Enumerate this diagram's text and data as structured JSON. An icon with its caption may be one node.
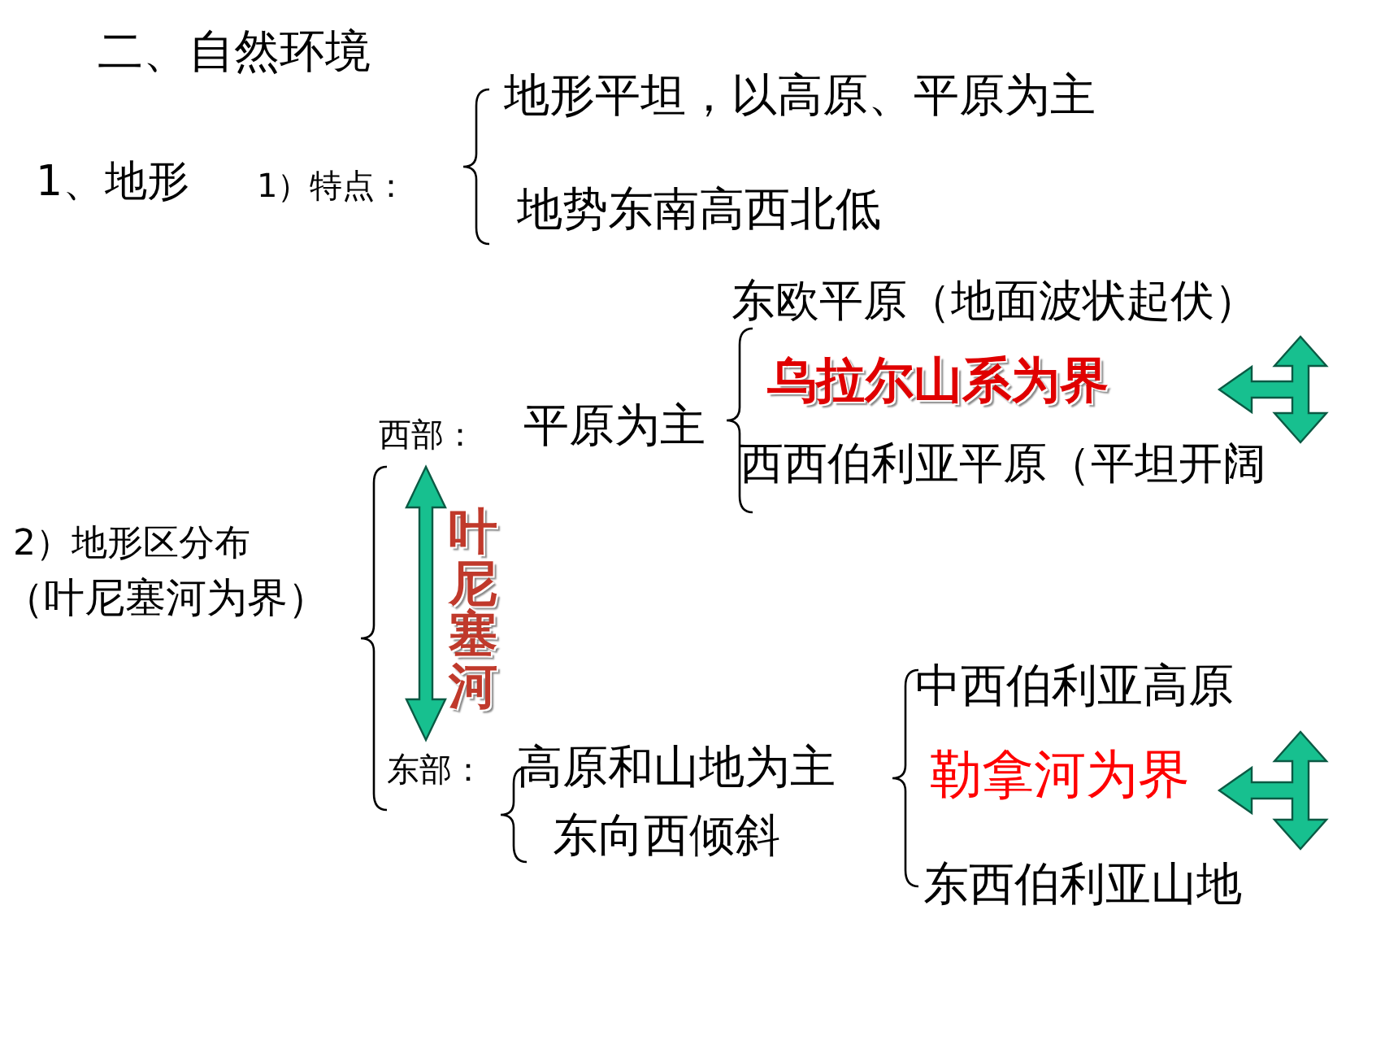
{
  "diagram": {
    "title": "二、自然环境",
    "labels": [
      "1、地形",
      "1）特点：",
      "地形平坦，以高原、平原为主",
      "地势东南高西北低",
      "东欧平原（地面波状起伏）",
      "乌拉尔山系为界",
      "西部：",
      "平原为主",
      "西西伯利亚平原（平坦开阔",
      "2）地形区分布",
      "（叶尼塞河为界）",
      "叶尼塞河",
      "中西伯利亚高原",
      "勒拿河为界",
      "东部：",
      "高原和山地为主",
      "东向西倾斜",
      "东西伯利亚山地"
    ]
  }
}
